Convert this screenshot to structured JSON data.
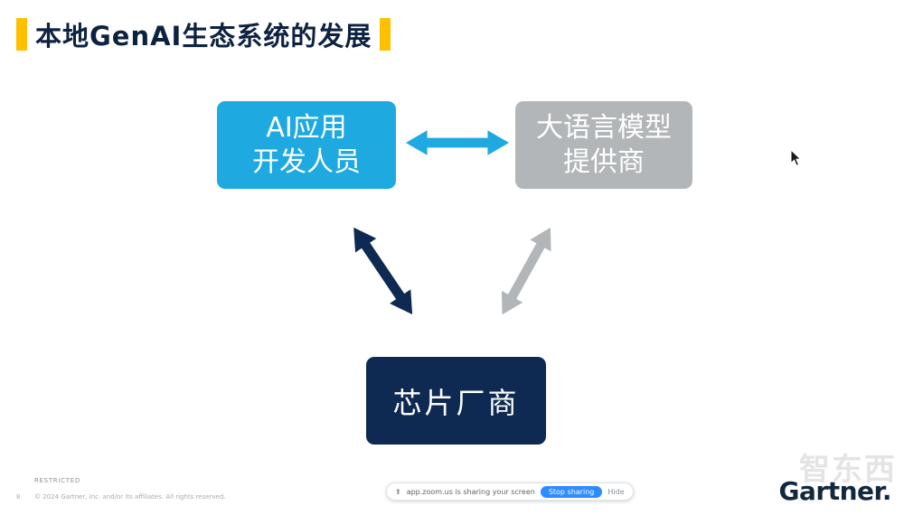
{
  "slide": {
    "title": "本地GenAI生态系统的发展",
    "page_number": "8",
    "restricted": "RESTRICTED",
    "copyright": "© 2024 Gartner, Inc. and/or its affiliates. All rights reserved.",
    "logo_text": "Gartner.",
    "watermark_text": "智东西",
    "accent_color": "#ffc000",
    "title_color": "#0d2240"
  },
  "diagram": {
    "nodes": {
      "ai_app": {
        "line1": "AI应用",
        "line2": "开发人员",
        "color": "#1ea9e1"
      },
      "llm": {
        "line1": "大语言模型",
        "line2": "提供商",
        "color": "#b3b6b8"
      },
      "chip": {
        "line1": "芯片厂商",
        "color": "#0e2a52"
      }
    },
    "edges": {
      "ai_llm": {
        "from": "AI应用开发人员",
        "to": "大语言模型提供商",
        "color": "#1ea9e1",
        "style": "double-arrow"
      },
      "ai_chip": {
        "from": "AI应用开发人员",
        "to": "芯片厂商",
        "color": "#0e2a52",
        "style": "double-arrow"
      },
      "llm_chip": {
        "from": "大语言模型提供商",
        "to": "芯片厂商",
        "color": "#b3b6b8",
        "style": "double-arrow"
      }
    }
  },
  "share_bar": {
    "message": "app.zoom.us is sharing your screen",
    "stop_button": "Stop sharing",
    "hide_link": "Hide"
  }
}
